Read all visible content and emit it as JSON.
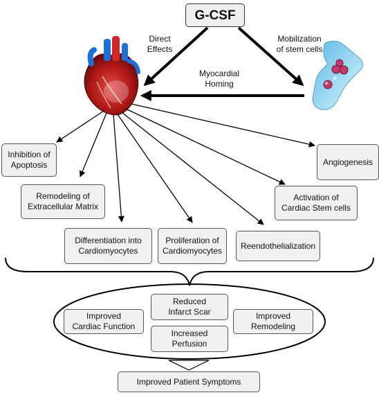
{
  "source": "G-CSF",
  "edge_labels": {
    "direct": "Direct\nEffects",
    "mobilization": "Mobilization\nof stem cells",
    "homing": "Myocardial\nHoming"
  },
  "effects": {
    "apoptosis": "Inhibition of\nApoptosis",
    "matrix": "Remodeling of\nExtracellular Matrix",
    "differentiation": "Differentiation into\nCardiomyocytes",
    "proliferation": "Proliferation of\nCardiomyocytes",
    "reendothelialization": "Reendothelialization",
    "stemcells": "Activation of\nCardiac Stem cells",
    "angiogenesis": "Angiogenesis"
  },
  "outcomes": {
    "function": "Improved\nCardiac Function",
    "scar": "Reduced\nInfarct Scar",
    "perfusion": "Increased\nPerfusion",
    "remodeling": "Improved\nRemodeling"
  },
  "final": "Improved Patient Symptoms",
  "colors": {
    "heart": "#b01818",
    "vessel_blue": "#1e6fd6",
    "bone": "#8fd0ee",
    "cell": "#c23a6a"
  }
}
